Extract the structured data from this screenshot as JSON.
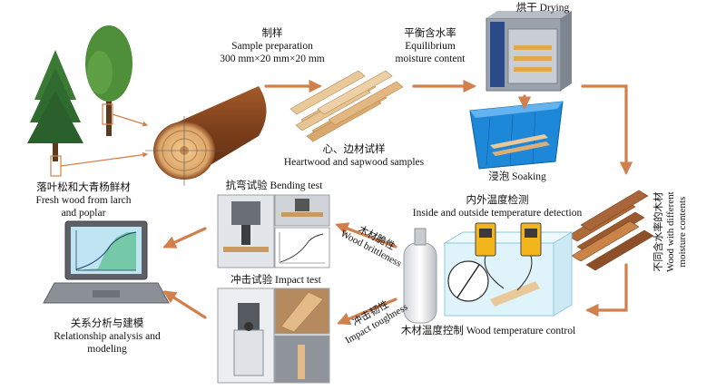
{
  "colors": {
    "arrow": "#d2804b",
    "tree_dark": "#2f6b2f",
    "tree_light": "#4f8f3a",
    "log_bark": "#8a4a22",
    "log_face": "#e8b67a",
    "wood_light": "#e9c89a",
    "wood_dark": "#9b5a2e",
    "oven": "#9aa3ad",
    "tub": "#1e88d8",
    "laptop": "#6b6f75",
    "photo_bg": "#d9dde2"
  },
  "steps": {
    "fresh_wood": {
      "zh": "落叶松和大青杨鲜材",
      "en_line1": "Fresh wood from larch",
      "en_line2": "and poplar"
    },
    "sample_prep": {
      "zh": "制样",
      "en_line1": "Sample preparation",
      "en_line2": "300 mm×20 mm×20 mm"
    },
    "heart_sap": {
      "zh": "心、边材试样",
      "en": "Heartwood and sapwood samples"
    },
    "equilibrium": {
      "zh": "平衡含水率",
      "en_line1": "Equilibrium",
      "en_line2": "moisture content"
    },
    "drying": {
      "zh": "烘干",
      "en": "Drying"
    },
    "soaking": {
      "zh": "浸泡",
      "en": "Soaking"
    },
    "moisture_contents": {
      "zh": "不同含水率的木材",
      "en_line1": "Wood with different",
      "en_line2": "moisture contents"
    },
    "temp_detection": {
      "zh": "内外温度检测",
      "en": "Inside and outside temperature detection"
    },
    "temp_control": {
      "zh": "木材温度控制",
      "en": "Wood temperature control"
    },
    "bending": {
      "zh": "抗弯试验",
      "en": "Bending test"
    },
    "impact": {
      "zh": "冲击试验",
      "en": "Impact test"
    },
    "brittleness": {
      "zh": "木材脆性",
      "en": "Wood brittleness"
    },
    "toughness": {
      "zh": "冲击韧性",
      "en": "Impact toughness"
    },
    "analysis": {
      "zh": "关系分析与建模",
      "en_line1": "Relationship analysis and",
      "en_line2": "modeling"
    }
  }
}
